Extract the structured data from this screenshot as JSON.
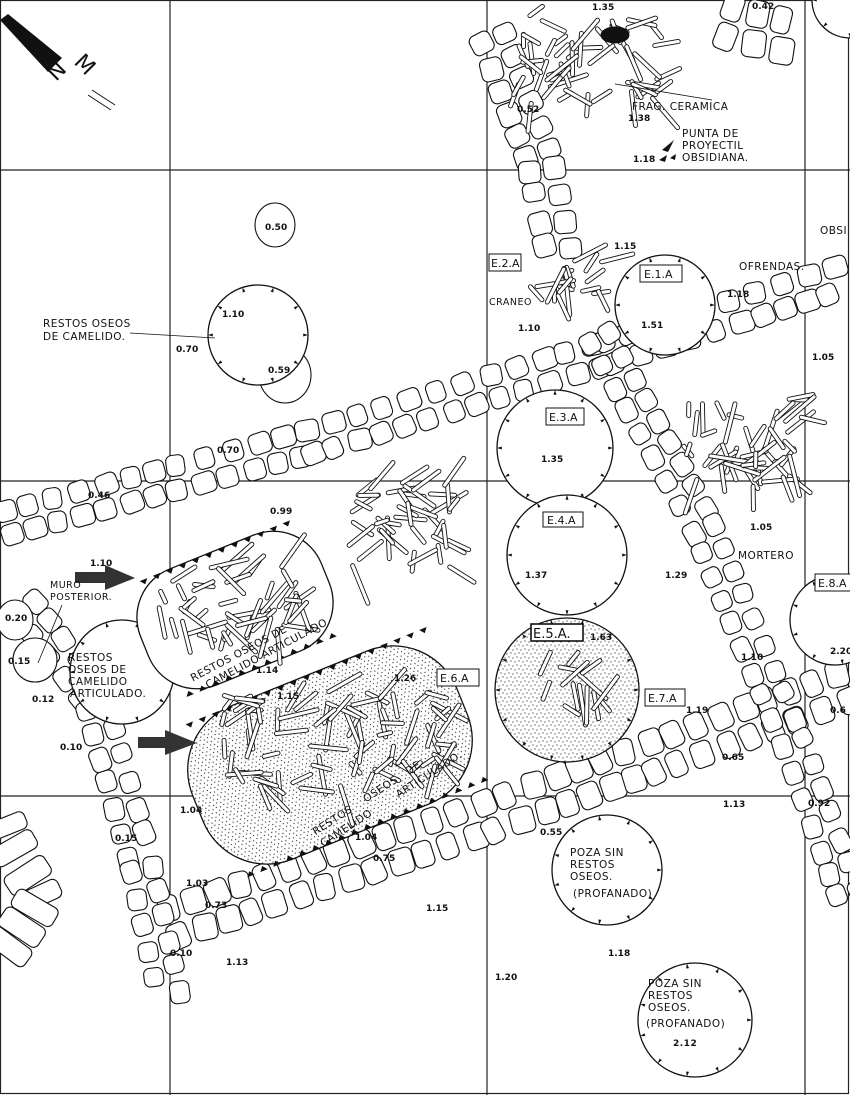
{
  "north_arrow": {
    "n": "N",
    "m": "M"
  },
  "labels": {
    "frag_ceramica": "FRAG. CERAMICA",
    "punta": [
      "PUNTA DE",
      "PROYECTIL",
      "OBSIDIANA."
    ],
    "obsi": "OBSI",
    "ofrendas": "OFRENDAS.",
    "craneo": "CRANEO",
    "restos_camelido": [
      "RESTOS OSEOS",
      "DE CAMELIDO."
    ],
    "mortero": "MORTERO",
    "muro_posterior": [
      "MURO",
      "POSTERIOR."
    ],
    "restos_upper": [
      "RESTOS OSEOS DE",
      "CAMELIDO ARTICULADO"
    ],
    "restos_left": [
      "RESTOS",
      "OSEOS DE",
      "CAMELIDO",
      "ARTICULADO."
    ],
    "restos_lower": [
      "RESTOS    OSEOS   DE",
      "CAMELIDO        ARTICULADO."
    ],
    "poza_1": [
      "POZA SIN",
      "RESTOS",
      "OSEOS.",
      "(PROFANADO)"
    ],
    "poza_2": [
      "POZA SIN",
      "RESTOS",
      "OSEOS.",
      "(PROFANADO)",
      "2.12"
    ]
  },
  "tags": {
    "e1": "E.1.A",
    "e2": "E.2.A",
    "e3": "E.3.A",
    "e4": "E.4.A",
    "e5": "E.5.A.",
    "e6": "E.6.A",
    "e7": "E.7.A",
    "e8": "E.8.A"
  },
  "elevations": [
    "1.35",
    "0.42",
    "0.52",
    "1.38",
    "1.18",
    "0.50",
    "1.10",
    "0.59",
    "0.70",
    "0.70",
    "1.15",
    "1.10",
    "1.51",
    "1.18",
    "1.05",
    "1.35",
    "0.46",
    "0.99",
    "1.37",
    "1.29",
    "1.05",
    "2.20",
    "1.10",
    "0.20",
    "0.15",
    "0.12",
    "1.14",
    "1.15",
    "1.26",
    "1.63",
    "1.19",
    "1.10",
    "0.6",
    "0.65",
    "0.10",
    "1.04",
    "1.04",
    "0.75",
    "0.15",
    "0.55",
    "1.13",
    "0.92",
    "1.03",
    "0.73",
    "1.15",
    "0.10",
    "1.13",
    "1.18",
    "1.20"
  ],
  "colors": {
    "ink": "#111111",
    "paper": "#ffffff",
    "arrow": "#333333"
  }
}
